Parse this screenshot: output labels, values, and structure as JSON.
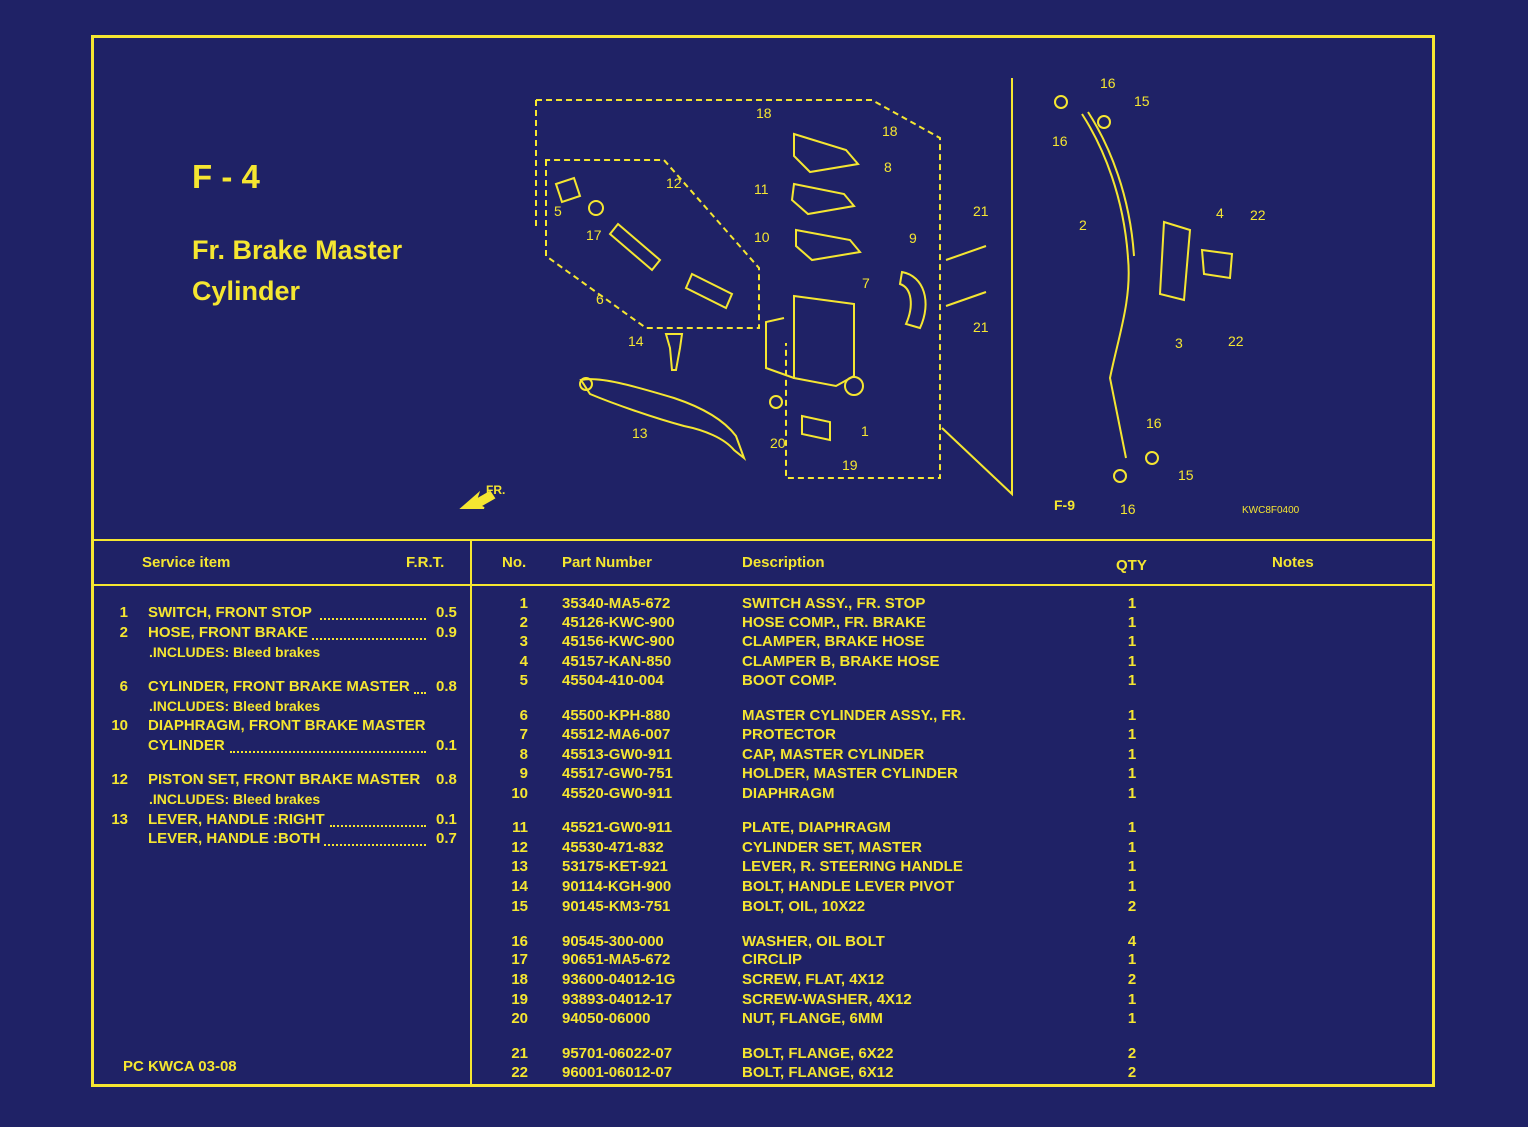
{
  "title": {
    "code": "F - 4",
    "name": "Fr. Brake Master Cylinder"
  },
  "diagram": {
    "code": "KWC8F0400",
    "fr_label": "FR.",
    "ref_label": "F-9",
    "callouts": [
      "1",
      "2",
      "3",
      "4",
      "5",
      "6",
      "7",
      "8",
      "9",
      "10",
      "11",
      "12",
      "13",
      "14",
      "15",
      "15",
      "16",
      "16",
      "16",
      "16",
      "17",
      "18",
      "18",
      "19",
      "20",
      "21",
      "21",
      "22",
      "22"
    ]
  },
  "service_table": {
    "headers": {
      "item": "Service item",
      "frt": "F.R.T."
    },
    "items": [
      {
        "num": "1",
        "name": "SWITCH, FRONT STOP",
        "frt": "0.5"
      },
      {
        "num": "2",
        "name": "HOSE, FRONT BRAKE",
        "frt": "0.9",
        "includes": ".INCLUDES: Bleed brakes"
      },
      {
        "num": "6",
        "name": "CYLINDER, FRONT BRAKE MASTER",
        "frt": "0.8",
        "includes": ".INCLUDES: Bleed brakes"
      },
      {
        "num": "10",
        "name": "DIAPHRAGM, FRONT BRAKE MASTER",
        "name2": "CYLINDER",
        "frt": "0.1"
      },
      {
        "num": "12",
        "name": "PISTON SET, FRONT BRAKE MASTER",
        "frt": "0.8",
        "includes": ".INCLUDES: Bleed brakes"
      },
      {
        "num": "13",
        "name": "LEVER, HANDLE :RIGHT",
        "frt": "0.1"
      },
      {
        "num": "",
        "name": "LEVER, HANDLE :BOTH",
        "frt": "0.7"
      }
    ]
  },
  "parts_table": {
    "headers": {
      "no": "No.",
      "part_number": "Part Number",
      "description": "Description",
      "qty": "QTY",
      "notes": "Notes"
    },
    "rows": [
      {
        "no": "1",
        "pn": "35340-MA5-672",
        "desc": "SWITCH ASSY., FR. STOP",
        "qty": "1"
      },
      {
        "no": "2",
        "pn": "45126-KWC-900",
        "desc": "HOSE COMP., FR. BRAKE",
        "qty": "1"
      },
      {
        "no": "3",
        "pn": "45156-KWC-900",
        "desc": "CLAMPER, BRAKE HOSE",
        "qty": "1"
      },
      {
        "no": "4",
        "pn": "45157-KAN-850",
        "desc": "CLAMPER B, BRAKE HOSE",
        "qty": "1"
      },
      {
        "no": "5",
        "pn": "45504-410-004",
        "desc": "BOOT COMP.",
        "qty": "1"
      },
      {
        "no": "6",
        "pn": "45500-KPH-880",
        "desc": "MASTER CYLINDER ASSY., FR.",
        "qty": "1"
      },
      {
        "no": "7",
        "pn": "45512-MA6-007",
        "desc": "PROTECTOR",
        "qty": "1"
      },
      {
        "no": "8",
        "pn": "45513-GW0-911",
        "desc": "CAP, MASTER CYLINDER",
        "qty": "1"
      },
      {
        "no": "9",
        "pn": "45517-GW0-751",
        "desc": "HOLDER, MASTER CYLINDER",
        "qty": "1"
      },
      {
        "no": "10",
        "pn": "45520-GW0-911",
        "desc": "DIAPHRAGM",
        "qty": "1"
      },
      {
        "no": "11",
        "pn": "45521-GW0-911",
        "desc": "PLATE, DIAPHRAGM",
        "qty": "1"
      },
      {
        "no": "12",
        "pn": "45530-471-832",
        "desc": "CYLINDER SET, MASTER",
        "qty": "1"
      },
      {
        "no": "13",
        "pn": "53175-KET-921",
        "desc": "LEVER, R. STEERING HANDLE",
        "qty": "1"
      },
      {
        "no": "14",
        "pn": "90114-KGH-900",
        "desc": "BOLT, HANDLE LEVER PIVOT",
        "qty": "1"
      },
      {
        "no": "15",
        "pn": "90145-KM3-751",
        "desc": "BOLT, OIL, 10X22",
        "qty": "2"
      },
      {
        "no": "16",
        "pn": "90545-300-000",
        "desc": "WASHER, OIL BOLT",
        "qty": "4"
      },
      {
        "no": "17",
        "pn": "90651-MA5-672",
        "desc": "CIRCLIP",
        "qty": "1"
      },
      {
        "no": "18",
        "pn": "93600-04012-1G",
        "desc": "SCREW, FLAT, 4X12",
        "qty": "2"
      },
      {
        "no": "19",
        "pn": "93893-04012-17",
        "desc": "SCREW-WASHER, 4X12",
        "qty": "1"
      },
      {
        "no": "20",
        "pn": "94050-06000",
        "desc": "NUT, FLANGE, 6MM",
        "qty": "1"
      },
      {
        "no": "21",
        "pn": "95701-06022-07",
        "desc": "BOLT, FLANGE, 6X22",
        "qty": "2"
      },
      {
        "no": "22",
        "pn": "96001-06012-07",
        "desc": "BOLT, FLANGE, 6X12",
        "qty": "2"
      }
    ]
  },
  "footer": "PC KWCA 03-08",
  "colors": {
    "background": "#1f2266",
    "accent": "#f5e631"
  }
}
